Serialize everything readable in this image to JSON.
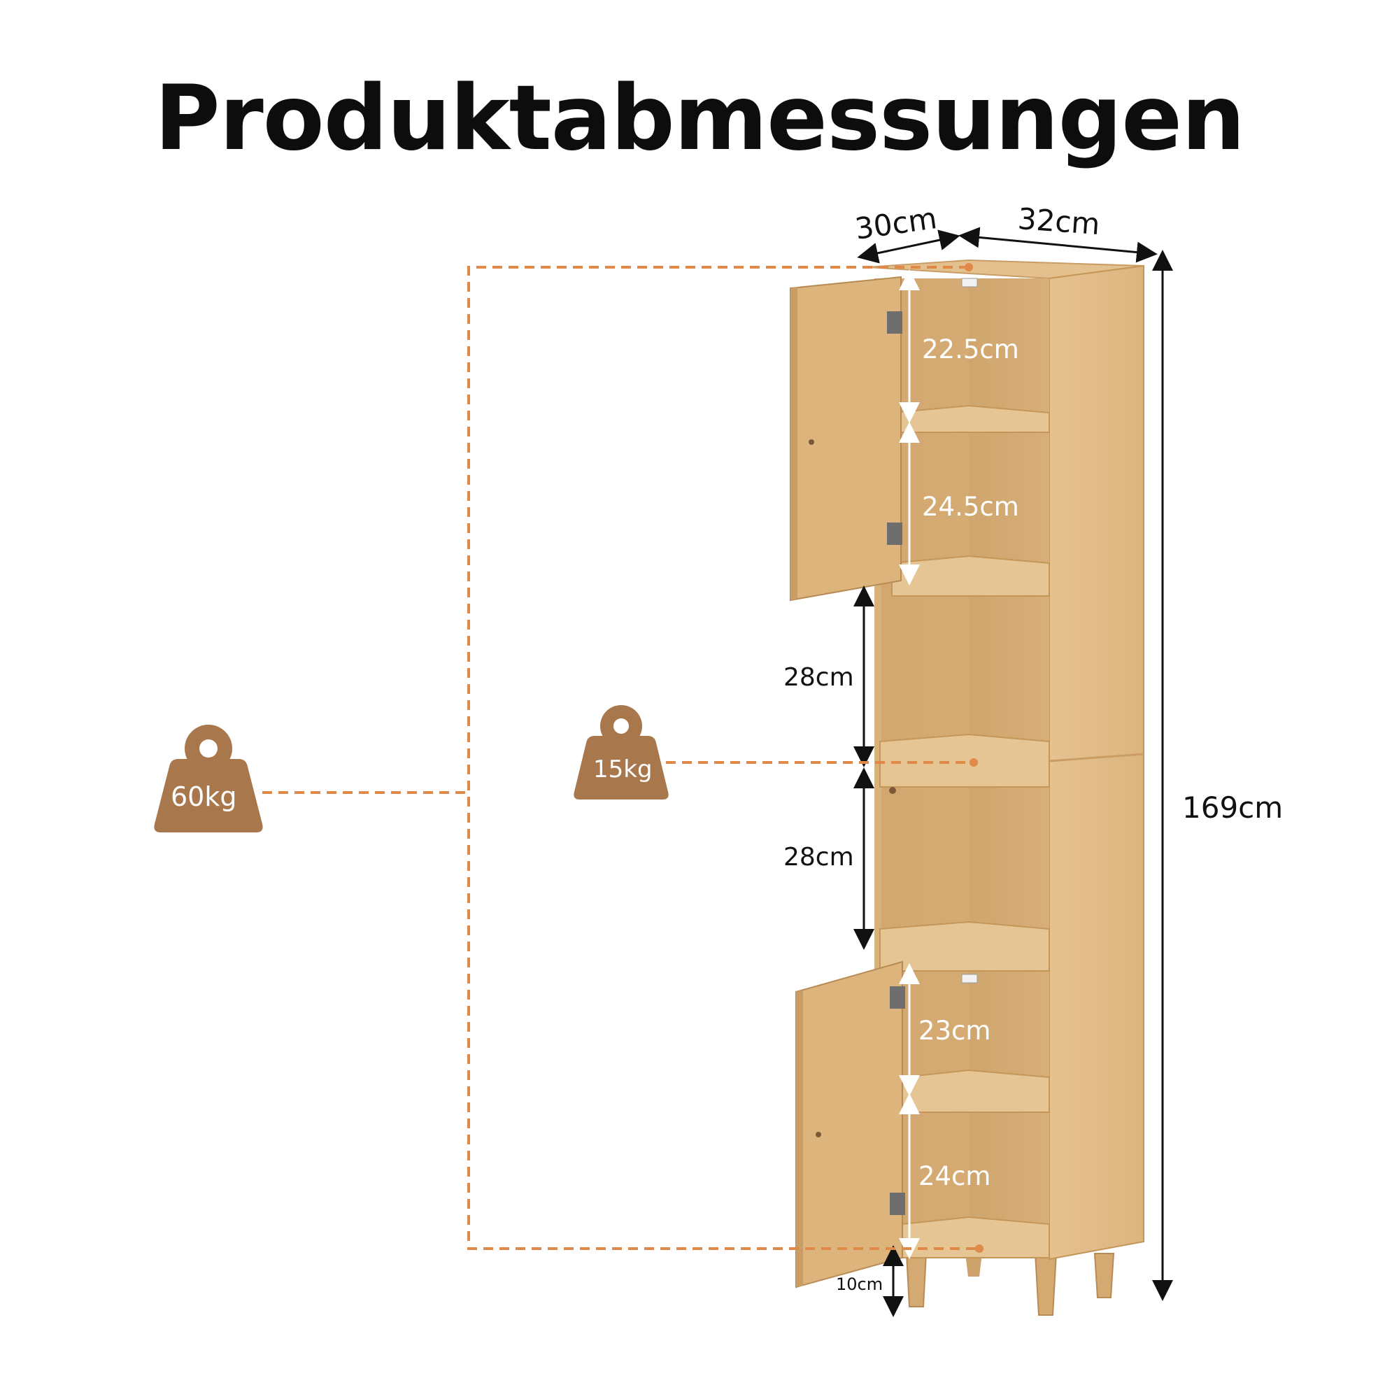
{
  "title": "Produktabmessungen",
  "dimensions": {
    "width": "30cm",
    "depth": "32cm",
    "height": "169cm",
    "compartment_1": "22.5cm",
    "compartment_2": "24.5cm",
    "compartment_3": "28cm",
    "compartment_4": "28cm",
    "compartment_5": "23cm",
    "compartment_6": "24cm",
    "legs": "10cm"
  },
  "load": {
    "total": "60kg",
    "per_shelf": "15kg"
  },
  "colors": {
    "wood": "#e0bb88",
    "wood_dark": "#c99d64",
    "accent_dashed": "#e08a4a",
    "weight_icon": "#a8774b"
  }
}
